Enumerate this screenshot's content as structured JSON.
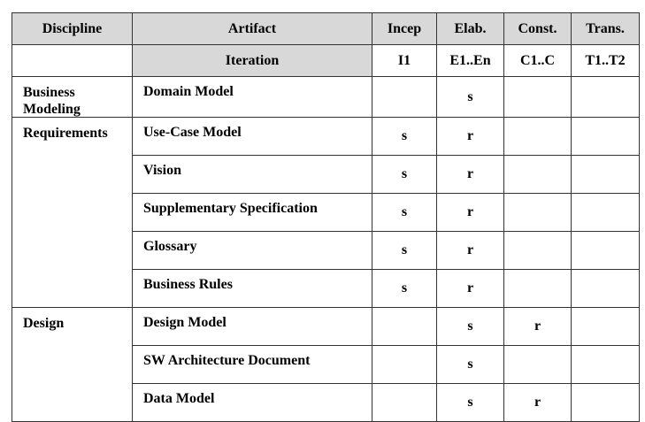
{
  "headers": {
    "discipline": "Discipline",
    "artifact": "Artifact",
    "phases": [
      "Incep",
      "Elab.",
      "Const.",
      "Trans."
    ]
  },
  "iteration_row": {
    "label": "Iteration",
    "values": [
      "I1",
      "E1..En",
      "C1..C",
      "T1..T2"
    ]
  },
  "disciplines": [
    {
      "name": "Business Modeling",
      "artifacts": [
        {
          "name": "Domain Model",
          "incep": "",
          "elab": "s",
          "const": "",
          "trans": ""
        }
      ]
    },
    {
      "name": "Requirements",
      "artifacts": [
        {
          "name": "Use-Case Model",
          "incep": "s",
          "elab": "r",
          "const": "",
          "trans": ""
        },
        {
          "name": "Vision",
          "incep": "s",
          "elab": "r",
          "const": "",
          "trans": ""
        },
        {
          "name": "Supplementary Specification",
          "incep": "s",
          "elab": "r",
          "const": "",
          "trans": ""
        },
        {
          "name": "Glossary",
          "incep": "s",
          "elab": "r",
          "const": "",
          "trans": ""
        },
        {
          "name": "Business Rules",
          "incep": "s",
          "elab": "r",
          "const": "",
          "trans": ""
        }
      ]
    },
    {
      "name": "Design",
      "artifacts": [
        {
          "name": "Design Model",
          "incep": "",
          "elab": "s",
          "const": "r",
          "trans": ""
        },
        {
          "name": "SW Architecture Document",
          "incep": "",
          "elab": "s",
          "const": "",
          "trans": ""
        },
        {
          "name": "Data Model",
          "incep": "",
          "elab": "s",
          "const": "r",
          "trans": ""
        }
      ]
    }
  ]
}
